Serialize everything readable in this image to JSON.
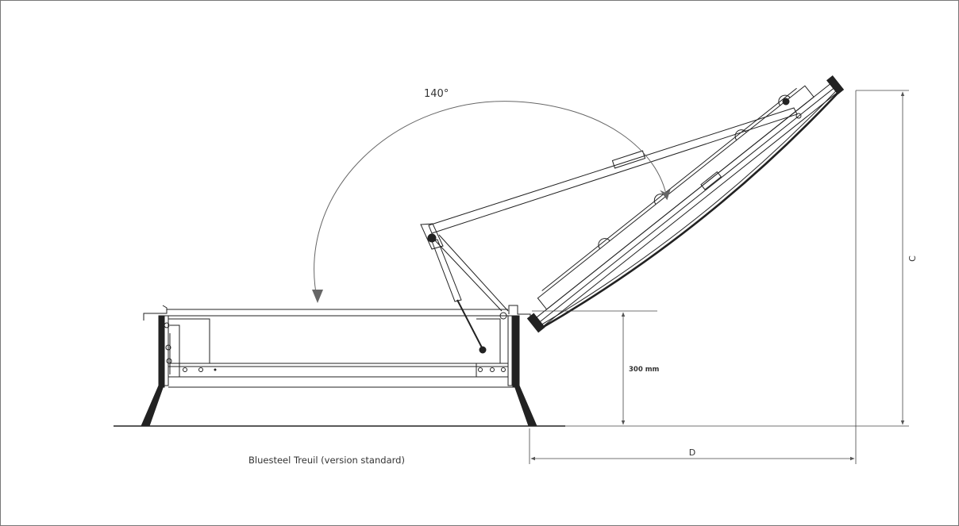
{
  "diagram": {
    "angle_label": "140°",
    "height_label": "300 mm",
    "vertical_dim_label": "C",
    "horizontal_dim_label": "D",
    "caption": "Bluesteel Treuil (version standard)"
  }
}
